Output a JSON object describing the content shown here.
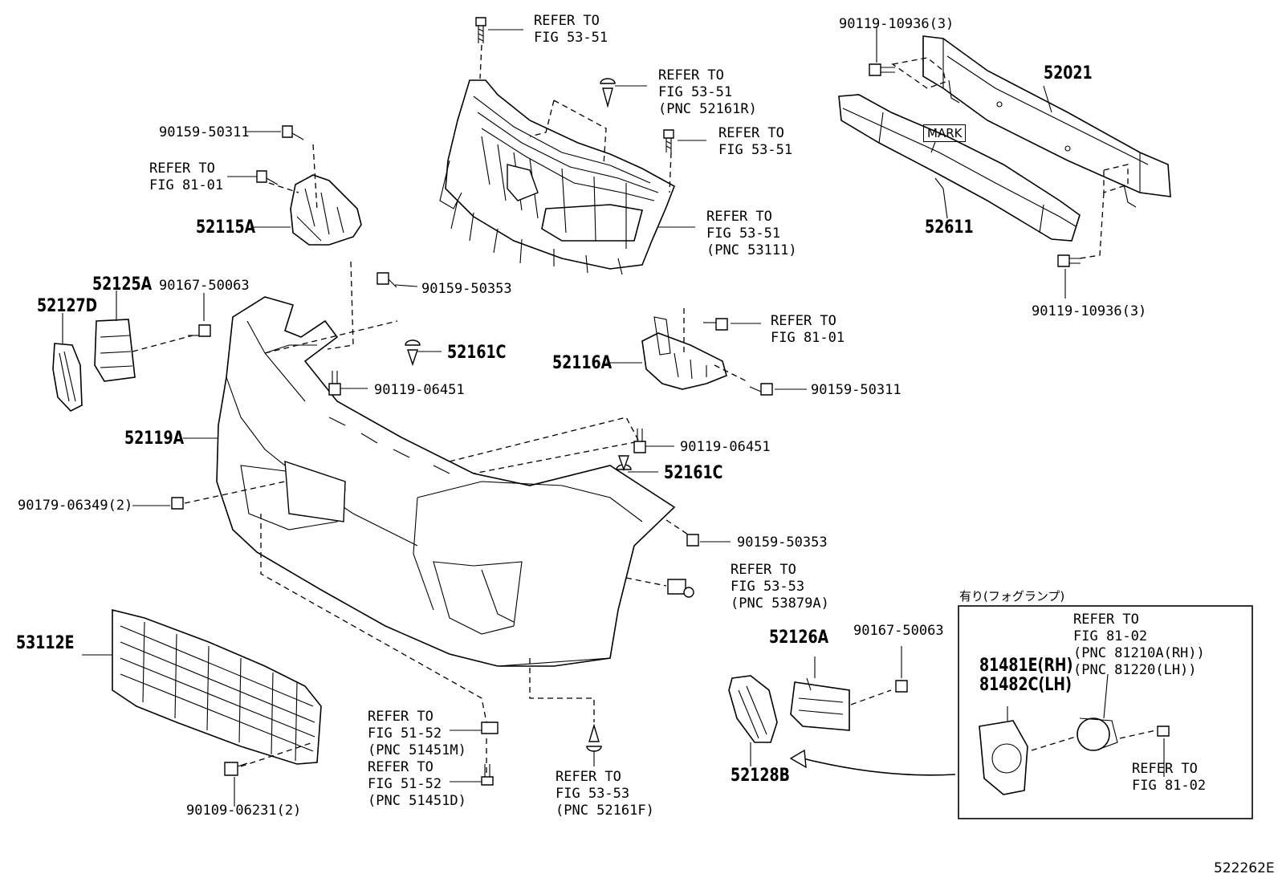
{
  "parts": {
    "p52021": "52021",
    "p52611": "52611",
    "p52115a": "52115A",
    "p52116a": "52116A",
    "p52125a": "52125A",
    "p52127d": "52127D",
    "p52119a": "52119A",
    "p52161c_a": "52161C",
    "p52161c_b": "52161C",
    "p53112e": "53112E",
    "p52126a": "52126A",
    "p52128b": "52128B",
    "p81481e": "81481E(RH)",
    "p81482c": "81482C(LH)"
  },
  "fasteners": {
    "f90119_10936_top": "90119-10936(3)",
    "f90119_10936_bot": "90119-10936(3)",
    "f90159_50311_a": "90159-50311",
    "f90159_50311_b": "90159-50311",
    "f90167_50063_a": "90167-50063",
    "f90167_50063_b": "90167-50063",
    "f90159_50353_a": "90159-50353",
    "f90159_50353_b": "90159-50353",
    "f90119_06451_a": "90119-06451",
    "f90119_06451_b": "90119-06451",
    "f90179_06349": "90179-06349(2)",
    "f90109_06231": "90109-06231(2)"
  },
  "refs": {
    "r1": "REFER TO\nFIG 53-51",
    "r2": "REFER TO\nFIG 53-51\n(PNC 52161R)",
    "r3": "REFER TO\nFIG 53-51",
    "r4": "REFER TO\nFIG 53-51\n(PNC 53111)",
    "r5": "REFER TO\nFIG 81-01",
    "r6": "REFER TO\nFIG 81-01",
    "r7": "REFER TO\nFIG 53-53\n(PNC 53879A)",
    "r8": "REFER TO\nFIG 51-52\n(PNC 51451M)",
    "r9": "REFER TO\nFIG 51-52\n(PNC 51451D)",
    "r10": "REFER TO\nFIG 53-53\n(PNC 52161F)",
    "r11": "REFER TO\nFIG 81-02\n(PNC 81210A(RH))\n(PNC 81220(LH))",
    "r12": "REFER TO\nFIG 81-02"
  },
  "mark_label": "MARK",
  "inset_title": "有り(フォグランプ)",
  "drawing_code": "522262E"
}
